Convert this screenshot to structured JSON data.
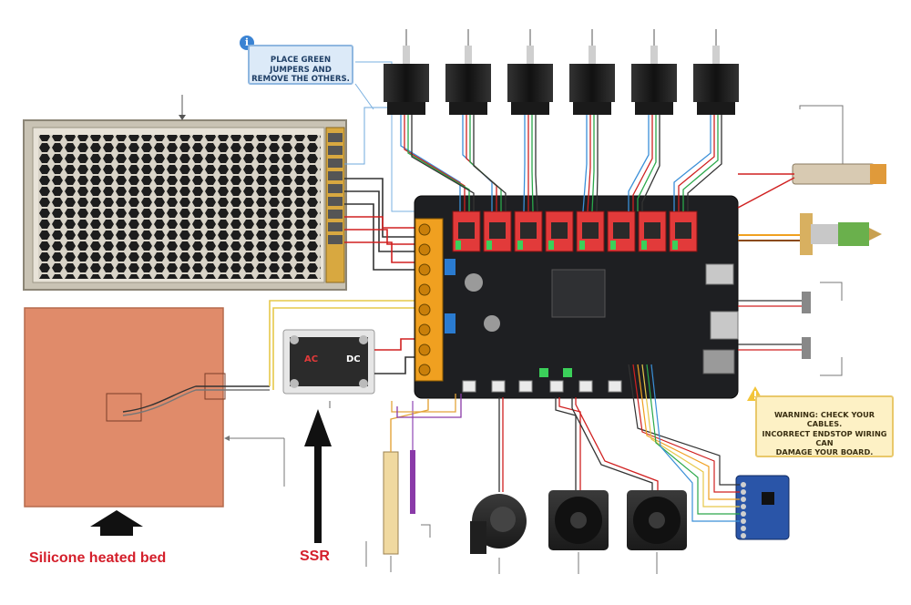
{
  "callouts": {
    "jumpers_line1": "PLACE GREEN JUMPERS AND",
    "jumpers_line2": "REMOVE THE OTHERS.",
    "warning_line1": "WARNING: CHECK YOUR CABLES.",
    "warning_line2": "INCORRECT ENDSTOP WIRING CAN",
    "warning_line3": "DAMAGE YOUR BOARD."
  },
  "labels": {
    "heated_bed": "Silicone heated bed",
    "ssr": "SSR",
    "ssr_ac": "AC",
    "ssr_dc": "DC"
  },
  "colors": {
    "board": "#1e1f22",
    "bed": "#e08b6a",
    "label_red": "#d41f2b",
    "info_blue": "#3a83d3",
    "warn_yellow": "#f3c53a",
    "driver_red": "#e23a3a",
    "terminal_orange": "#f0a020"
  },
  "icons": [
    "info-icon",
    "warning-icon",
    "arrow-up-icon"
  ]
}
